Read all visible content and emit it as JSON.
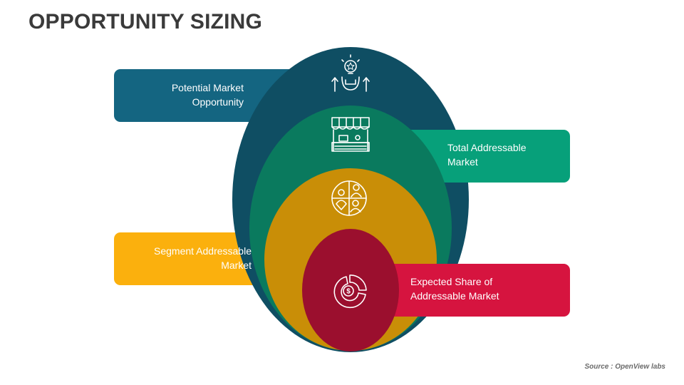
{
  "title": "OPPORTUNITY SIZING",
  "source": "Source : OpenView labs",
  "colors": {
    "potential": "#146581",
    "potential_ring": "#0f4e63",
    "total": "#07a07a",
    "total_ring": "#0a7a5e",
    "segment": "#fbb00d",
    "segment_ring": "#c98e07",
    "expected": "#d6143f",
    "expected_ring": "#9b0f2e"
  },
  "levels": [
    {
      "label_line1": "Potential Market",
      "label_line2": "Opportunity",
      "icon": "lightbulb-star-icon"
    },
    {
      "label_line1": "Total Addressable",
      "label_line2": "Market",
      "icon": "market-stall-icon"
    },
    {
      "label_line1": "Segment Addressable",
      "label_line2": "Market",
      "icon": "customer-segments-icon"
    },
    {
      "label_line1": "Expected Share of",
      "label_line2": "Addressable Market",
      "icon": "dollar-pie-chart-icon"
    }
  ]
}
